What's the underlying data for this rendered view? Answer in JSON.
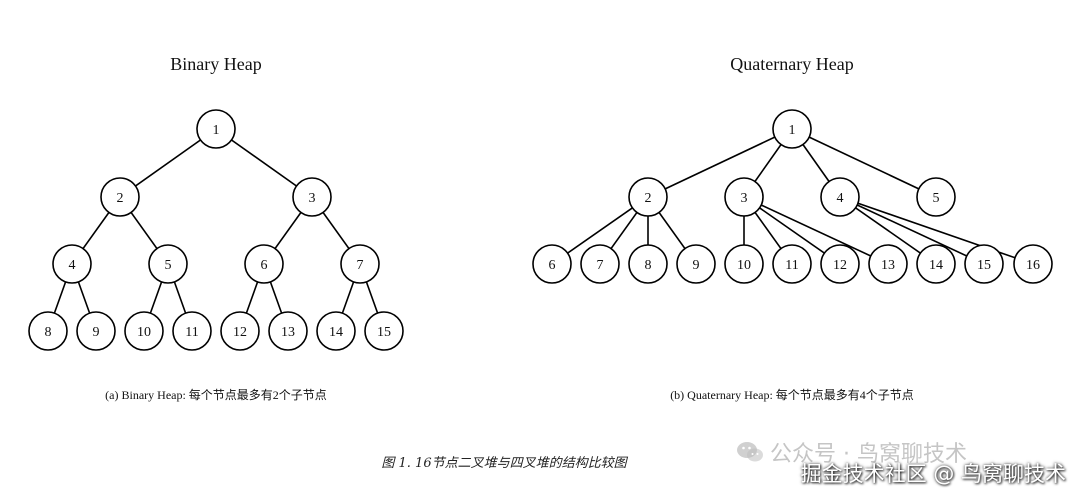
{
  "binary_heap": {
    "title": "Binary Heap",
    "caption": "(a) Binary Heap: 每个节点最多有2个子节点",
    "nodes": [
      "1",
      "2",
      "3",
      "4",
      "5",
      "6",
      "7",
      "8",
      "9",
      "10",
      "11",
      "12",
      "13",
      "14",
      "15"
    ]
  },
  "quaternary_heap": {
    "title": "Quaternary Heap",
    "caption": "(b) Quaternary Heap: 每个节点最多有4个子节点",
    "nodes": [
      "1",
      "2",
      "3",
      "4",
      "5",
      "6",
      "7",
      "8",
      "9",
      "10",
      "11",
      "12",
      "13",
      "14",
      "15",
      "16"
    ]
  },
  "figure_caption": "图 1. 16节点二叉堆与四叉堆的结构比较图",
  "watermarks": {
    "wechat": "公众号 · 鸟窝聊技术",
    "juejin": "掘金技术社区 @ 鸟窝聊技术"
  },
  "colors": {
    "node_fill": "#ffffff",
    "node_stroke": "#000000",
    "edge": "#000000",
    "text": "#111111"
  }
}
